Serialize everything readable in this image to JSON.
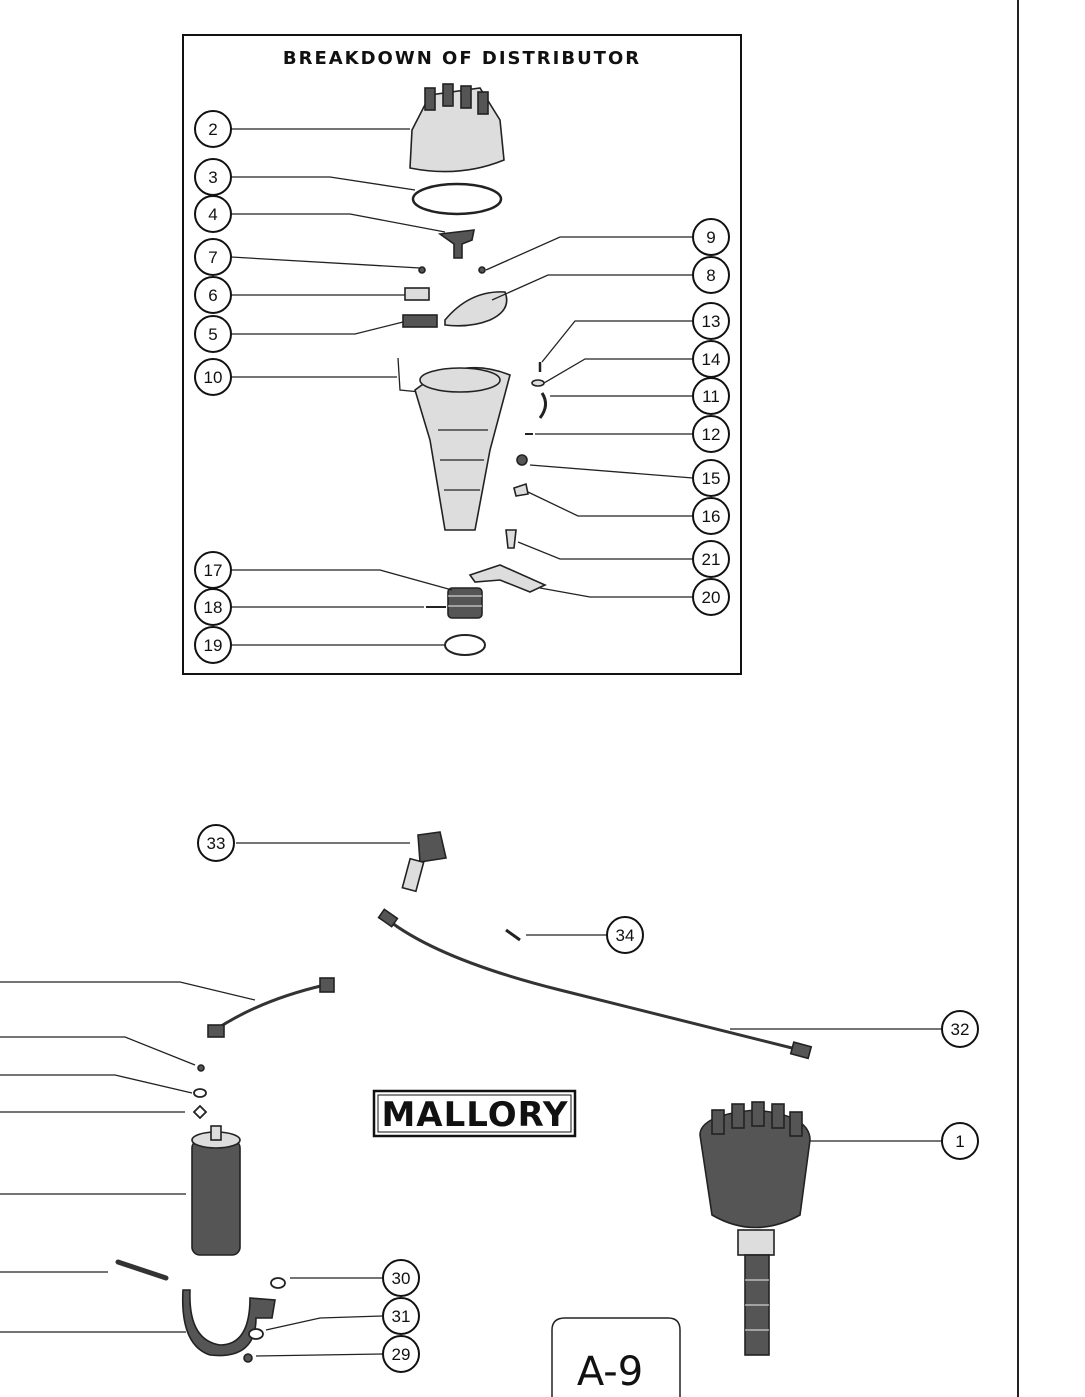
{
  "title": "BREAKDOWN OF DISTRIBUTOR",
  "brand": "MALLORY",
  "page_label": "A-9",
  "callouts": [
    "2",
    "3",
    "4",
    "7",
    "6",
    "5",
    "10",
    "9",
    "8",
    "13",
    "14",
    "11",
    "12",
    "15",
    "16",
    "21",
    "20",
    "17",
    "18",
    "19",
    "33",
    "34",
    "32",
    "1",
    "30",
    "31",
    "29"
  ]
}
